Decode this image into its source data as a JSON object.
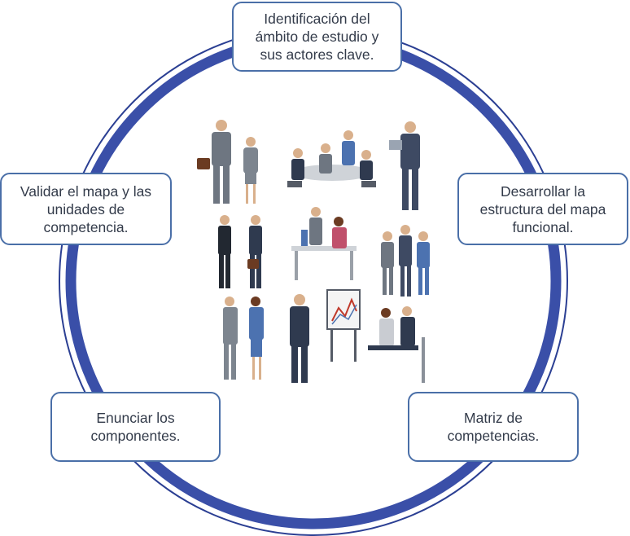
{
  "steps": {
    "top": "Identificación del\námbito de estudio y\nsus actores clave.",
    "right": "Desarrollar la\nestructura del mapa\nfuncional.",
    "bottom_right": "Matriz de\ncompetencias.",
    "bottom_left": "Enunciar los\ncomponentes.",
    "left": "Validar el mapa y las\nunidades de\ncompetencia."
  },
  "colors": {
    "ring_outer": "#2b3f93",
    "ring_inner": "#3a4fa8",
    "box_border": "#4a6fa8",
    "suit_dark": "#2f3a4f",
    "suit_grey": "#6e7681",
    "suit_blue": "#4c72b0"
  },
  "illustration": "business-people-icon"
}
